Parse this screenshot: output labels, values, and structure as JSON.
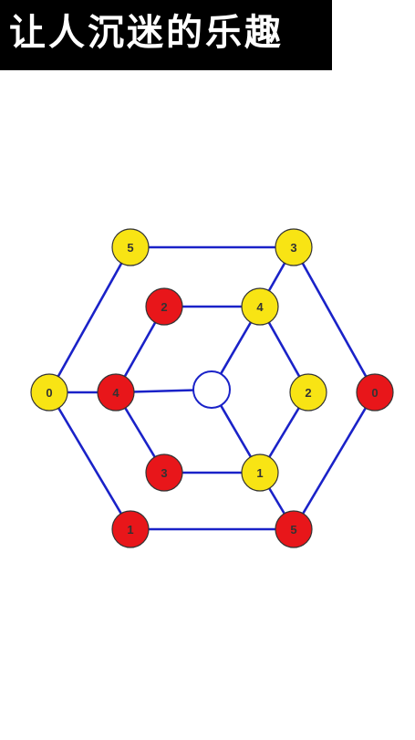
{
  "header": {
    "title": "让人沉迷的乐趣"
  },
  "colors": {
    "background": "#ffffff",
    "banner": "#000000",
    "banner_text": "#ffffff",
    "edge": "#1a22c8",
    "red": "#e8161a",
    "yellow": "#f8e414",
    "empty": "#ffffff",
    "node_stroke": "#333333"
  },
  "board": {
    "nodes": [
      {
        "id": "outer-top-left",
        "color": "yellow",
        "label": "5"
      },
      {
        "id": "outer-top-right",
        "color": "yellow",
        "label": "3"
      },
      {
        "id": "outer-left",
        "color": "yellow",
        "label": "0"
      },
      {
        "id": "outer-right",
        "color": "red",
        "label": "0"
      },
      {
        "id": "outer-bottom-left",
        "color": "red",
        "label": "1"
      },
      {
        "id": "outer-bottom-right",
        "color": "red",
        "label": "5"
      },
      {
        "id": "inner-top-left",
        "color": "red",
        "label": "2"
      },
      {
        "id": "inner-top-right",
        "color": "yellow",
        "label": "4"
      },
      {
        "id": "inner-left",
        "color": "red",
        "label": "4"
      },
      {
        "id": "inner-right",
        "color": "yellow",
        "label": "2"
      },
      {
        "id": "inner-bottom-left",
        "color": "red",
        "label": "3"
      },
      {
        "id": "inner-bottom-right",
        "color": "yellow",
        "label": "1"
      },
      {
        "id": "center",
        "color": "empty",
        "label": ""
      }
    ],
    "edges": [
      [
        "outer-top-left",
        "outer-top-right"
      ],
      [
        "outer-top-right",
        "outer-right"
      ],
      [
        "outer-right",
        "outer-bottom-right"
      ],
      [
        "outer-bottom-right",
        "outer-bottom-left"
      ],
      [
        "outer-bottom-left",
        "outer-left"
      ],
      [
        "outer-left",
        "outer-top-left"
      ],
      [
        "inner-top-left",
        "inner-top-right"
      ],
      [
        "inner-top-right",
        "inner-right"
      ],
      [
        "inner-right",
        "inner-bottom-right"
      ],
      [
        "inner-bottom-right",
        "inner-bottom-left"
      ],
      [
        "inner-bottom-left",
        "inner-left"
      ],
      [
        "inner-left",
        "inner-top-left"
      ],
      [
        "outer-left",
        "inner-left"
      ],
      [
        "outer-top-right",
        "inner-top-right"
      ],
      [
        "outer-bottom-right",
        "inner-bottom-right"
      ],
      [
        "center",
        "inner-left"
      ],
      [
        "center",
        "inner-top-right"
      ],
      [
        "center",
        "inner-bottom-right"
      ]
    ]
  }
}
